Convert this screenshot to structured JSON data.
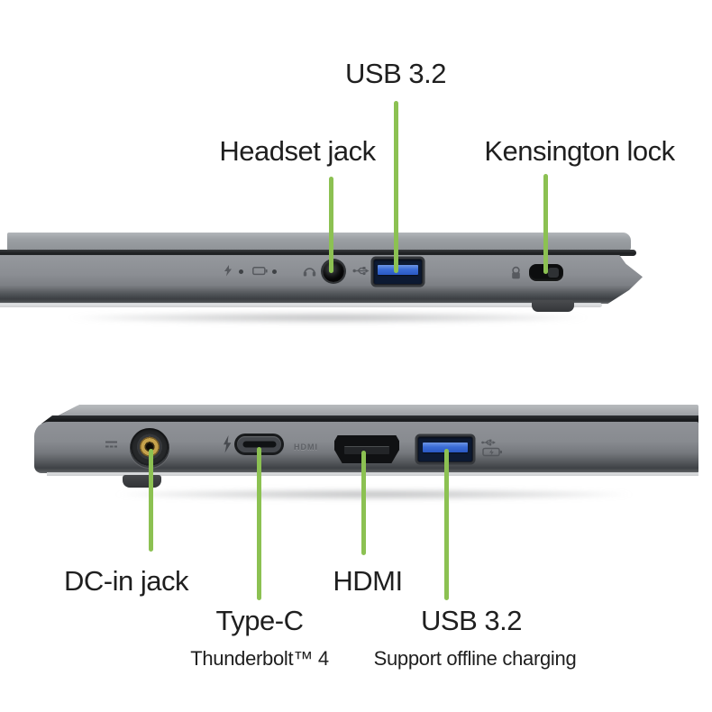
{
  "colors": {
    "accent_green": "#8cc152",
    "usb_blue": "#2e62cf",
    "dc_in_gold": "#c5a24c",
    "chassis_gray": "#8b8e93"
  },
  "top_view": {
    "labels": {
      "usb": "USB 3.2",
      "headset": "Headset jack",
      "kensington": "Kensington lock"
    },
    "icons": [
      "power-led-icon",
      "battery-led-icon",
      "headset-icon",
      "usb-icon",
      "kensington-lock-icon"
    ]
  },
  "bottom_view": {
    "labels": {
      "dcin": "DC-in jack",
      "typec": "Type-C",
      "typec_sub": "Thunderbolt™ 4",
      "hdmi": "HDMI",
      "usb": "USB 3.2",
      "usb_sub": "Support offline charging"
    },
    "port_marking": "HDMI",
    "icons": [
      "dc-in-icon",
      "thunderbolt-icon",
      "offline-charging-icon"
    ]
  }
}
